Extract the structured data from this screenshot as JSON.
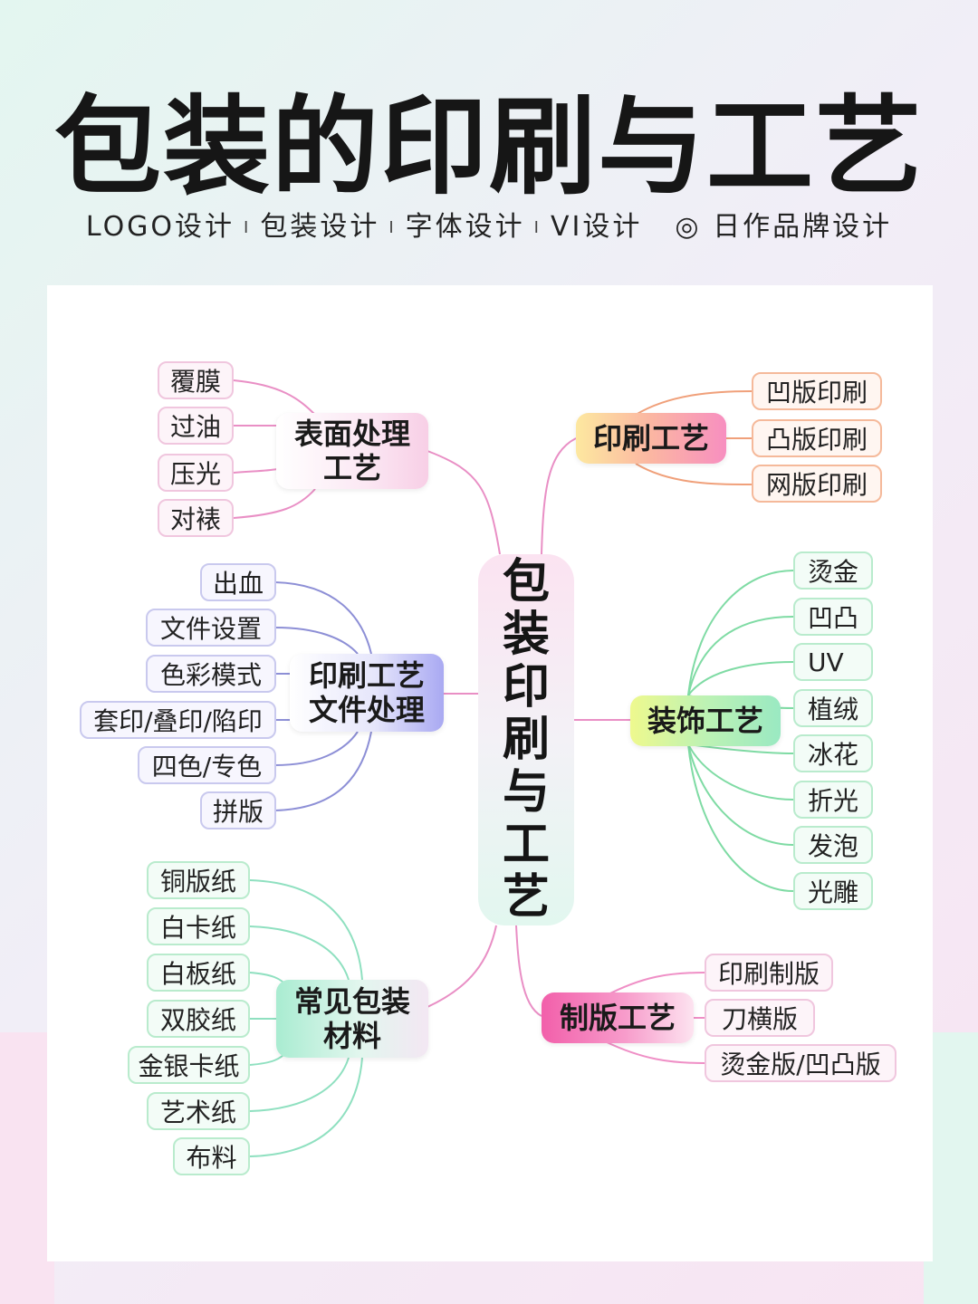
{
  "title": "包装的印刷与工艺",
  "subtitle": {
    "items": [
      "LOGO设计",
      "包装设计",
      "字体设计",
      "VI设计"
    ],
    "separator": "I",
    "brand": "◎ 日作品牌设计"
  },
  "root": {
    "chars": [
      "包",
      "装",
      "印",
      "刷",
      "与",
      "工",
      "艺"
    ]
  },
  "branches": {
    "surface": {
      "lines": [
        "表面处理",
        "工艺"
      ],
      "leaves": [
        "覆膜",
        "过油",
        "压光",
        "对裱"
      ],
      "color": "#e98fc5"
    },
    "print": {
      "lines": [
        "印刷工艺"
      ],
      "leaves": [
        "凹版印刷",
        "凸版印刷",
        "网版印刷"
      ],
      "color": "#f0a07a"
    },
    "file": {
      "lines": [
        "印刷工艺",
        "文件处理"
      ],
      "leaves": [
        "出血",
        "文件设置",
        "色彩模式",
        "套印/叠印/陷印",
        "四色/专色",
        "拼版"
      ],
      "color": "#8d8fd6"
    },
    "decor": {
      "lines": [
        "装饰工艺"
      ],
      "leaves": [
        "烫金",
        "凹凸",
        "UV",
        "植绒",
        "冰花",
        "折光",
        "发泡",
        "光雕"
      ],
      "color": "#7fdba4"
    },
    "material": {
      "lines": [
        "常见包装",
        "材料"
      ],
      "leaves": [
        "铜版纸",
        "白卡纸",
        "白板纸",
        "双胶纸",
        "金银卡纸",
        "艺术纸",
        "布料"
      ],
      "color": "#8fe0c0"
    },
    "plate": {
      "lines": [
        "制版工艺"
      ],
      "leaves": [
        "印刷制版",
        "刀横版",
        "烫金版/凹凸版"
      ],
      "color": "#ef8fc6"
    }
  }
}
